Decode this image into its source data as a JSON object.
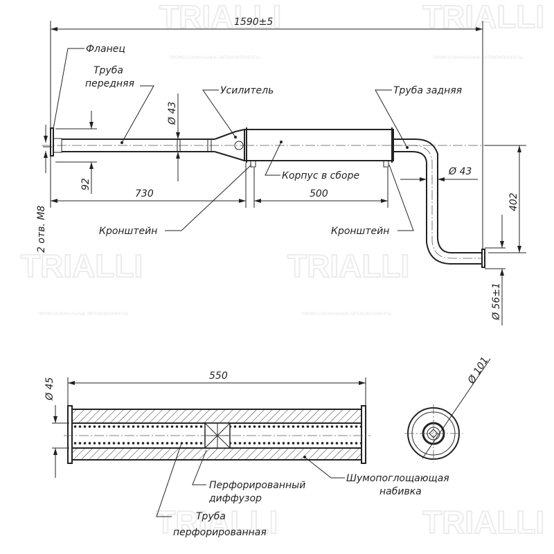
{
  "watermark": {
    "brand": "TRIALLI",
    "tagline": "ПРОФЕССИОНАЛЬНЫЕ АВТОКОМПОНЕНТЫ"
  },
  "top_view": {
    "dimensions": {
      "overall_length": "1590±5",
      "front_pipe_length": "730",
      "body_length": "500",
      "flange_offset": "92",
      "front_pipe_diameter": "Ø 43",
      "rear_pipe_diameter": "Ø 43",
      "rear_drop": "402",
      "outlet_diameter": "Ø 56±1",
      "flange_holes": "2 отв. M8"
    },
    "labels": {
      "flange": "Фланец",
      "front_pipe_line1": "Труба",
      "front_pipe_line2": "передняя",
      "reinforcement": "Усилитель",
      "rear_pipe": "Труба задняя",
      "body_assembly": "Корпус в сборе",
      "bracket_left": "Кронштейн",
      "bracket_right": "Кронштейн"
    }
  },
  "section_view": {
    "dimensions": {
      "length": "550",
      "inner_diameter": "Ø 45",
      "outer_diameter": "Ø 101"
    },
    "labels": {
      "diffuser_line1": "Перфорированный",
      "diffuser_line2": "диффузор",
      "packing_line1": "Шумопоглощающая",
      "packing_line2": "набивка",
      "perf_pipe_line1": "Труба",
      "perf_pipe_line2": "перфорированная"
    }
  }
}
